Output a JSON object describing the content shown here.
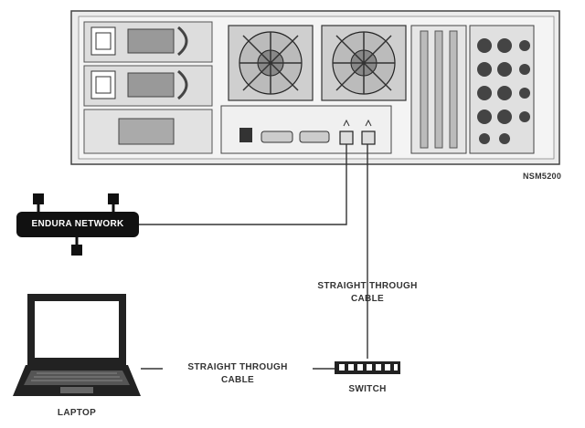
{
  "diagram": {
    "server_label": "NSM5200",
    "network_label": "ENDURA NETWORK",
    "cable_switch_label": [
      "STRAIGHT THROUGH",
      "CABLE"
    ],
    "cable_laptop_label": [
      "STRAIGHT THROUGH",
      "CABLE"
    ],
    "switch_label": "SWITCH",
    "laptop_label": "LAPTOP"
  },
  "colors": {
    "line": "#333333",
    "chassis": "#eeeeee",
    "dark": "#111111"
  }
}
